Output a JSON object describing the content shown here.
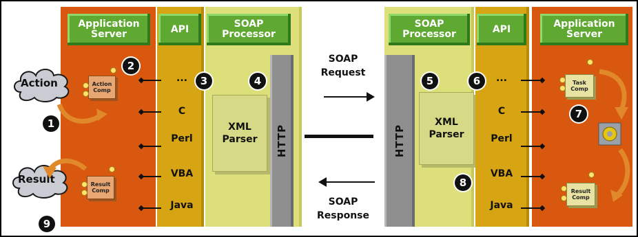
{
  "left": {
    "server_label": "Application\nServer",
    "api_label": "API",
    "soap_label": "SOAP\nProcessor",
    "api_items": [
      "...",
      "C",
      "Perl",
      "VBA",
      "Java"
    ],
    "xml_parser": "XML\nParser",
    "http": "HTTP",
    "action_cloud": "Action",
    "result_cloud": "Result",
    "action_comp": "Action\nComp",
    "result_comp": "Result\nComp"
  },
  "right": {
    "server_label": "Application\nServer",
    "api_label": "API",
    "soap_label": "SOAP\nProcessor",
    "api_items": [
      "...",
      "C",
      "Perl",
      "VBA",
      "Java"
    ],
    "xml_parser": "XML\nParser",
    "http": "HTTP",
    "task_comp": "Task\nComp",
    "result_comp": "Result\nComp"
  },
  "middle": {
    "request": "SOAP\nRequest",
    "response": "SOAP\nResponse"
  },
  "badges": [
    "1",
    "2",
    "3",
    "4",
    "5",
    "6",
    "7",
    "8",
    "9"
  ],
  "colors": {
    "orange": "#d8580f",
    "green": "#5fa832",
    "gold": "#d7a514",
    "pale": "#dde07a",
    "gray": "#8f8f8f"
  }
}
